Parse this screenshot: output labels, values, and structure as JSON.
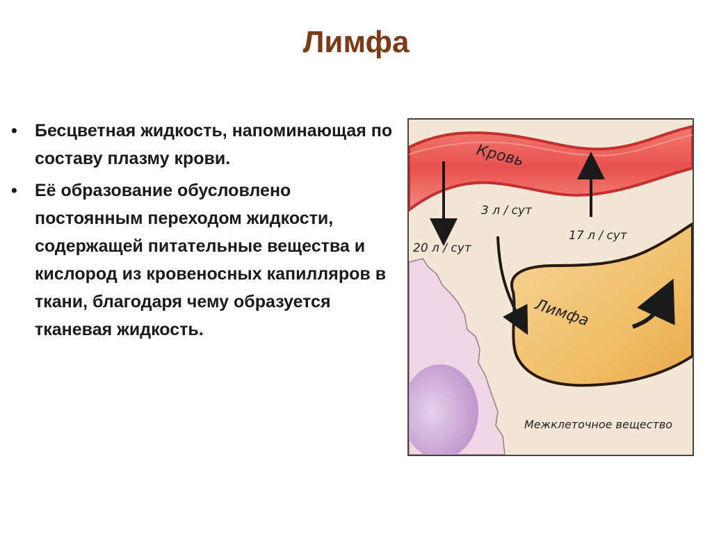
{
  "slide": {
    "title": "Лимфа"
  },
  "bullets": [
    "Бесцветная жидкость, напоминающая по составу плазму крови.",
    "Её образование обусловлено постоянным переходом жидкости, содержащей питательные вещества и кислород из кровеносных капилляров в ткани, благодаря чему образуется тканевая жидкость."
  ],
  "diagram": {
    "labels": {
      "blood": "Кровь",
      "lymph": "Лимфа",
      "intercellular": "Межклеточное вещество",
      "flow_out": "20 л / сут",
      "flow_lymph": "3 л / сут",
      "flow_back": "17 л / сут"
    },
    "colors": {
      "blood_vessel": "#e8514f",
      "blood_edge": "#c62f2f",
      "lymph_vessel": "#f1c06a",
      "lymph_edge": "#2a1a10",
      "tissue_bg": "#f4e6d6",
      "cell": "#f1d7e6",
      "nucleus": "#b98fc8"
    }
  }
}
